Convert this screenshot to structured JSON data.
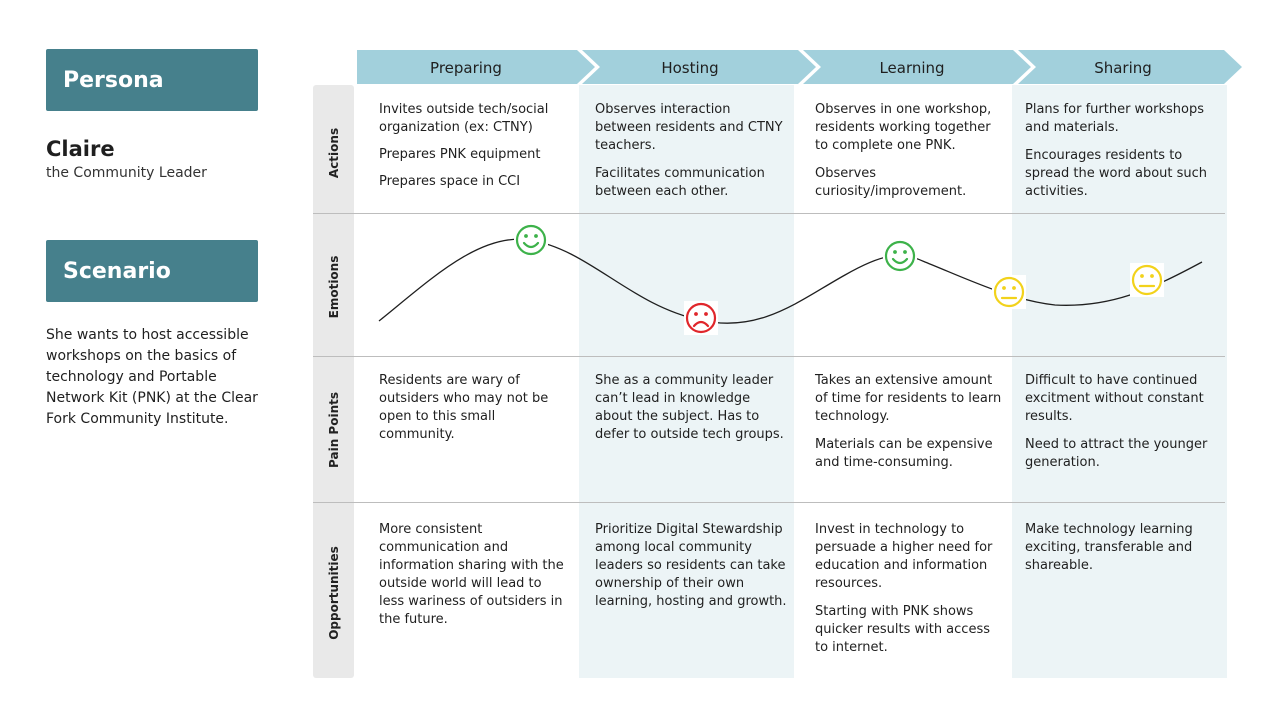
{
  "persona": {
    "heading": "Persona",
    "name": "Claire",
    "role": "the Community Leader"
  },
  "scenario": {
    "heading": "Scenario",
    "text": "She wants to host accessible workshops on the basics of technology and Portable Network Kit (PNK) at the Clear Fork Community Institute."
  },
  "stages": [
    "Preparing",
    "Hosting",
    "Learning",
    "Sharing"
  ],
  "rows": [
    "Actions",
    "Emotions",
    "Pain Points",
    "Opportunities"
  ],
  "actions": [
    [
      "Invites outside tech/social organization (ex: CTNY)",
      "Prepares PNK equipment",
      "Prepares space in CCI"
    ],
    [
      "Observes interaction between residents and CTNY teachers.",
      "Facilitates communication between each other."
    ],
    [
      "Observes in one workshop, residents working together to complete one PNK.",
      "Observes curiosity/improvement."
    ],
    [
      "Plans for further workshops and materials.",
      "Encourages residents to spread the word about such activities."
    ]
  ],
  "emotions": [
    {
      "stage": "Preparing",
      "mood": "happy",
      "color": "#3db24a",
      "icon": "happy-face-icon"
    },
    {
      "stage": "Hosting",
      "mood": "sad",
      "color": "#e0262b",
      "icon": "sad-face-icon"
    },
    {
      "stage": "Learning",
      "mood": "happy",
      "color": "#3db24a",
      "icon": "happy-face-icon"
    },
    {
      "stage": "Learning",
      "mood": "neutral",
      "color": "#f2d21b",
      "icon": "neutral-face-icon"
    },
    {
      "stage": "Sharing",
      "mood": "neutral",
      "color": "#f2d21b",
      "icon": "neutral-face-icon"
    }
  ],
  "pain_points": [
    [
      "Residents are wary of outsiders who may not be open to this small community."
    ],
    [
      "She as a community leader can’t lead in knowledge about the subject. Has to defer to outside tech groups."
    ],
    [
      "Takes an extensive amount of time for residents to learn technology.",
      "Materials can be expensive and time-consuming."
    ],
    [
      "Difficult to have continued excitment without constant results.",
      "Need to attract the younger generation."
    ]
  ],
  "opportunities": [
    [
      "More consistent communication and information sharing with the outside world will lead to less wariness of outsiders in the future."
    ],
    [
      "Prioritize Digital Stewardship among local community leaders so residents can take ownership of their own learning, hosting and growth."
    ],
    [
      "Invest in technology to persuade a higher need for education and information resources.",
      "Starting with PNK shows quicker results with access to internet."
    ],
    [
      "Make technology learning exciting, transferable and shareable."
    ]
  ],
  "colors": {
    "title_box": "#46808c",
    "stage_arrow": "#a2d0dc",
    "column_shade": "#ecf4f6",
    "row_band": "#e9e9e9"
  }
}
